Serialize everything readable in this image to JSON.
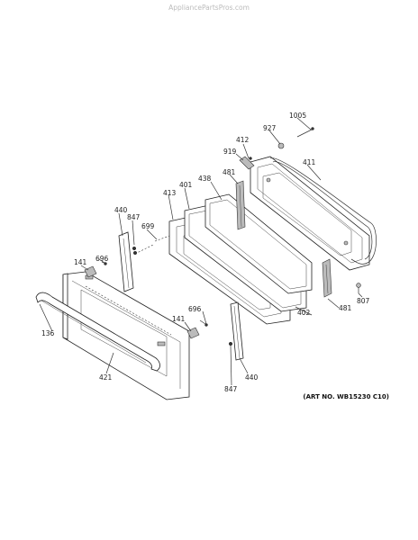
{
  "header": {
    "site": "AppliancePartsPros.com"
  },
  "art_number": "(ART NO. WB15230 C10)",
  "callouts": {
    "c1005": "1005",
    "c927": "927",
    "c412": "412",
    "c919": "919",
    "c411": "411",
    "c481a": "481",
    "c438": "438",
    "c401": "401",
    "c413": "413",
    "c440a": "440",
    "c847a": "847",
    "c699": "699",
    "c141a": "141",
    "c696a": "696",
    "c402": "402",
    "c481b": "481",
    "c807": "807",
    "c136": "136",
    "c141b": "141",
    "c696b": "696",
    "c421": "421",
    "c440b": "440",
    "c847b": "847"
  }
}
